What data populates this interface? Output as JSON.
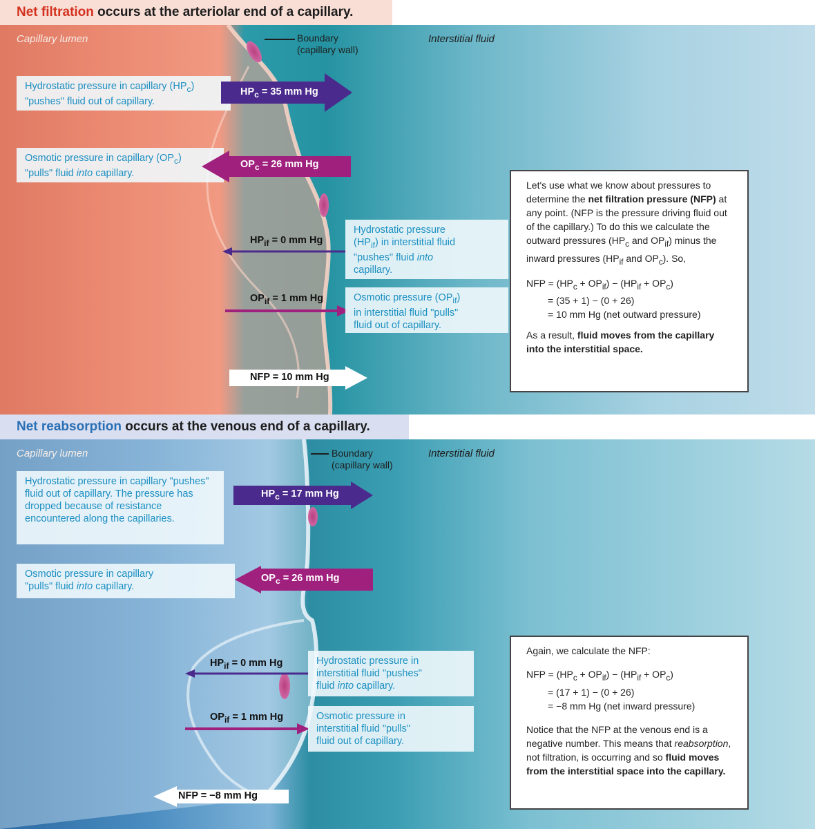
{
  "top": {
    "heading_keyword": "Net filtration",
    "heading_rest": " occurs at the arteriolar end of a capillary.",
    "lumen_label": "Capillary lumen",
    "boundary_label_1": "Boundary",
    "boundary_label_2": "(capillary wall)",
    "interstitial_label": "Interstitial fluid",
    "hpc_note_1": "Hydrostatic pressure in capillary (HP",
    "hpc_note_sub": "c",
    "hpc_note_2": ")",
    "hpc_note_3": "\"pushes\" fluid out of capillary.",
    "opc_note_1": "Osmotic pressure in capillary (OP",
    "opc_note_sub": "c",
    "opc_note_2": ")",
    "opc_note_3": "\"pulls\" fluid ",
    "opc_note_it": "into",
    "opc_note_4": " capillary.",
    "hpif_note_1": "Hydrostatic pressure",
    "hpif_note_2": "(HP",
    "hpif_note_sub": "if",
    "hpif_note_3": ") in interstitial fluid",
    "hpif_note_4": "\"pushes\" fluid ",
    "hpif_note_it": "into",
    "hpif_note_5": "capillary.",
    "opif_note_1": "Osmotic pressure (OP",
    "opif_note_sub": "if",
    "opif_note_2": ")",
    "opif_note_3": "in interstitial fluid \"pulls\"",
    "opif_note_4": "fluid out of capillary.",
    "hpc_arrow_a": "HP",
    "hpc_arrow_sub": "c",
    "hpc_arrow_b": " = 35 mm Hg",
    "opc_arrow_a": "OP",
    "opc_arrow_sub": "c",
    "opc_arrow_b": " = 26 mm Hg",
    "hpif_arrow_a": "HP",
    "hpif_arrow_sub": "if",
    "hpif_arrow_b": " = 0 mm Hg",
    "opif_arrow_a": "OP",
    "opif_arrow_sub": "if",
    "opif_arrow_b": " = 1 mm Hg",
    "nfp_arrow": "NFP = 10 mm Hg",
    "box_p1_a": "Let's use what we know about pressures to determine the ",
    "box_p1_bold": "net filtration pressure (NFP)",
    "box_p1_b": " at any point. (NFP is the pressure driving fluid out of the capillary.) To do this we calculate the outward pressures (HP",
    "box_p1_sub1": "c",
    "box_p1_c": " and OP",
    "box_p1_sub2": "if",
    "box_p1_d": ") minus the inward pressures (HP",
    "box_p1_sub3": "if",
    "box_p1_e": " and OP",
    "box_p1_sub4": "c",
    "box_p1_f": "). So,",
    "box_eq1_a": "NFP = (HP",
    "box_eq1_s1": "c",
    "box_eq1_b": " + OP",
    "box_eq1_s2": "if",
    "box_eq1_c": ") − (HP",
    "box_eq1_s3": "if",
    "box_eq1_d": " + OP",
    "box_eq1_s4": "c",
    "box_eq1_e": ")",
    "box_eq2": "        = (35 + 1) − (0 + 26)",
    "box_eq3": "        = 10 mm Hg (net outward pressure)",
    "box_p3_a": "As a result, ",
    "box_p3_bold": "fluid moves from the capillary into the interstitial space."
  },
  "bottom": {
    "heading_keyword": "Net reabsorption",
    "heading_rest": " occurs at the venous end of a capillary.",
    "lumen_label": "Capillary lumen",
    "boundary_label_1": "Boundary",
    "boundary_label_2": "(capillary wall)",
    "interstitial_label": "Interstitial fluid",
    "hpc_note": "Hydrostatic pressure in capillary \"pushes\" fluid out of capillary. The pressure has dropped because of resistance encountered along the capillaries.",
    "opc_note_1": "Osmotic pressure in capillary",
    "opc_note_2": "\"pulls\" fluid ",
    "opc_note_it": "into",
    "opc_note_3": " capillary.",
    "hpif_note_1": "Hydrostatic pressure in",
    "hpif_note_2": "interstitial fluid \"pushes\"",
    "hpif_note_3": "fluid ",
    "hpif_note_it": "into",
    "hpif_note_4": " capillary.",
    "opif_note_1": "Osmotic pressure in",
    "opif_note_2": "interstitial fluid \"pulls\"",
    "opif_note_3": "fluid out of capillary.",
    "hpc_arrow_a": "HP",
    "hpc_arrow_sub": "c",
    "hpc_arrow_b": " = 17 mm Hg",
    "opc_arrow_a": "OP",
    "opc_arrow_sub": "c",
    "opc_arrow_b": " = 26 mm Hg",
    "hpif_arrow_a": "HP",
    "hpif_arrow_sub": "if",
    "hpif_arrow_b": " = 0 mm Hg",
    "opif_arrow_a": "OP",
    "opif_arrow_sub": "if",
    "opif_arrow_b": " = 1 mm Hg",
    "nfp_arrow": "NFP = −8 mm Hg",
    "box_p1": "Again, we calculate the NFP:",
    "box_eq1_a": "NFP = (HP",
    "box_eq1_s1": "c",
    "box_eq1_b": " + OP",
    "box_eq1_s2": "if",
    "box_eq1_c": ") − (HP",
    "box_eq1_s3": "if",
    "box_eq1_d": " + OP",
    "box_eq1_s4": "c",
    "box_eq1_e": ")",
    "box_eq2": "        = (17 + 1) − (0 + 26)",
    "box_eq3": "        = −8 mm Hg (net inward pressure)",
    "box_p3_a": "Notice that the NFP at the venous end is a negative number. This means that ",
    "box_p3_it": "reabsorption",
    "box_p3_b": ", not filtration, is occurring and so ",
    "box_p3_bold": "fluid moves from the interstitial space into the capillary."
  },
  "colors": {
    "purple_arrow": "#4a2a8c",
    "magenta_arrow": "#a0207e",
    "note_text": "#1b8fc2",
    "filtration_red": "#d4321f",
    "reabsorption_blue": "#2a6fb5"
  }
}
